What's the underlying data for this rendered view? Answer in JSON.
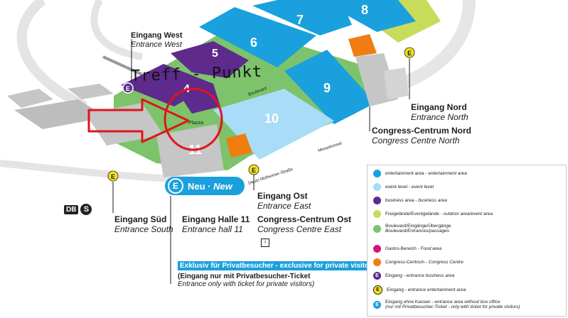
{
  "halls": {
    "h4": "4",
    "h5": "5",
    "h6": "6",
    "h7": "7",
    "h8": "8",
    "h9": "9",
    "h10": "10",
    "h11": "11"
  },
  "overlay": {
    "meeting_point": "Treff - Punkt"
  },
  "labels": {
    "plazza": "Plazza",
    "boulevard": "Boulevard",
    "street": "Deutz-Mülheimer-Straße",
    "messekreisel": "Messekreisel"
  },
  "entrances": {
    "west": {
      "de": "Eingang West",
      "en": "Entrance West"
    },
    "nord": {
      "de": "Eingang Nord",
      "en": "Entrance North"
    },
    "cc_nord": {
      "de": "Congress-Centrum Nord",
      "en": "Congress Centre North"
    },
    "ost": {
      "de": "Eingang Ost",
      "en": "Entrance East"
    },
    "cc_ost": {
      "de": "Congress-Centrum Ost",
      "en": "Congress Centre East"
    },
    "sued": {
      "de": "Eingang Süd",
      "en": "Entrance South"
    },
    "halle11": {
      "de": "Eingang Halle 11",
      "en": "Entrance hall 11"
    }
  },
  "new_badge": {
    "letter": "E",
    "de": "Neu · ",
    "en": "New"
  },
  "private": {
    "highlight": "Exklusiv für Privatbesucher - exclusive for private visitors",
    "line2": "(Eingang nur mit Privatbesucher-Ticket",
    "line3": "Entrance only with ticket for private visitors)"
  },
  "transit": {
    "db": "DB",
    "s": "S"
  },
  "markers": {
    "e": "E"
  },
  "legend": [
    {
      "color": "#1aa0dd",
      "letter": "",
      "de": "entertainment area - ",
      "en": "entertainment area",
      "extra": ""
    },
    {
      "color": "#a9dcf6",
      "letter": "",
      "de": "event level - ",
      "en": "event level",
      "extra": ""
    },
    {
      "color": "#5e2a8c",
      "letter": "",
      "de": "business area - ",
      "en": "business area",
      "extra": ""
    },
    {
      "color": "#c9dc5a",
      "letter": "",
      "de": "Freigelände/Eventgelände - ",
      "en": "outdoor area/event area",
      "extra": ""
    },
    {
      "color": "#7cc36b",
      "letter": "",
      "de": "Boulevard/Eingänge/Übergänge",
      "en": "",
      "extra": "Boulevard/Entrances/passages"
    },
    {
      "color": "#d9117d",
      "letter": "",
      "de": "Gastro-Bereich - ",
      "en": "Food area",
      "extra": ""
    },
    {
      "color": "#ef7d12",
      "letter": "",
      "de": "Congress-Centrum - ",
      "en": "Congress Centre",
      "extra": ""
    },
    {
      "color": "#5e2a8c",
      "letter": "E",
      "de": "Eingang - ",
      "en": "entrance business area",
      "extra": ""
    },
    {
      "color": "#f4e21c",
      "letter": "E",
      "de": "Eingang - ",
      "en": "entrance entertainment area",
      "extra": ""
    },
    {
      "color": "#1aa0dd",
      "letter": "E",
      "de": "Eingang ohne Kassen - ",
      "en": "entrance area without box office",
      "extra": "(nur mit Privatbesucher-Ticket - only with ticket for private visitors)"
    }
  ],
  "colors": {
    "entertainment": "#1aa0dd",
    "event_level": "#a9dcf6",
    "business": "#5e2a8c",
    "outdoor": "#c9dc5a",
    "boulevard": "#7cc36b",
    "congress": "#ef7d12",
    "grey": "#c6c6c6",
    "annotation": "#e0141c"
  }
}
